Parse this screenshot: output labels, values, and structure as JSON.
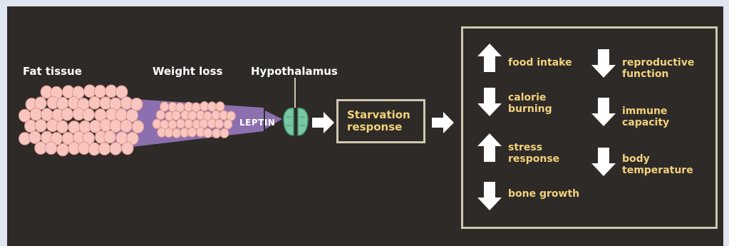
{
  "labels": {
    "fat_tissue": "Fat tissue",
    "weight_loss": "Weight loss",
    "hypothalamus": "Hypothalamus",
    "leptin": "LEPTIN",
    "starvation_response": "Starvation\nresponse"
  },
  "effects": [
    {
      "direction": "up",
      "label": "food intake"
    },
    {
      "direction": "down",
      "label": "calorie\nburning"
    },
    {
      "direction": "up",
      "label": "stress\nresponse"
    },
    {
      "direction": "down",
      "label": "bone growth"
    },
    {
      "direction": "down",
      "label": "reproductive\nfunction"
    },
    {
      "direction": "down",
      "label": "immune\ncapacity"
    },
    {
      "direction": "down",
      "label": "body\ntemperature"
    }
  ],
  "colors": {
    "background": "#2e2a27",
    "fat_cells": "#f9c6bf",
    "leptin_beam": "#8b6fae",
    "hypothalamus": "#79c8a3",
    "box_border": "#cfc8b0",
    "text_yellow": "#f1d27c"
  }
}
